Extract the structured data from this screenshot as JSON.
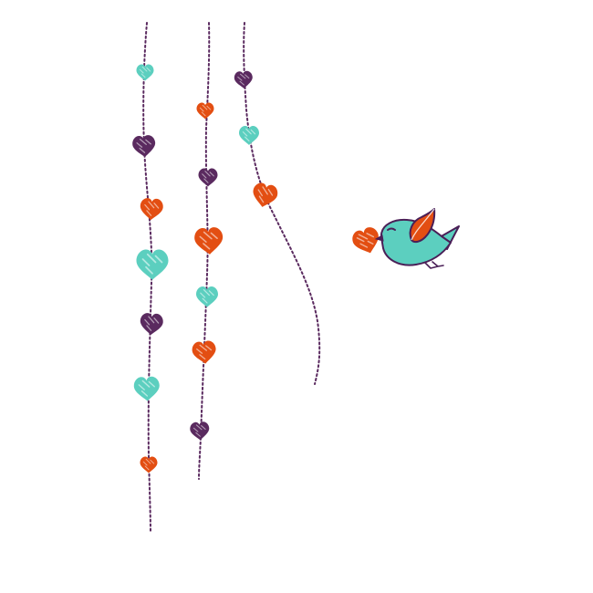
{
  "image": {
    "background": "#ffffff",
    "palette": {
      "teal": "#5ccfbf",
      "purple": "#5a2a5f",
      "orange": "#e34e12",
      "outline": "#4a1f57",
      "white": "#ffffff"
    }
  },
  "hearts": [
    {
      "string": 1,
      "color": "teal"
    },
    {
      "string": 1,
      "color": "purple"
    },
    {
      "string": 1,
      "color": "orange"
    },
    {
      "string": 1,
      "color": "teal"
    },
    {
      "string": 1,
      "color": "purple"
    },
    {
      "string": 1,
      "color": "teal"
    },
    {
      "string": 1,
      "color": "orange"
    },
    {
      "string": 2,
      "color": "orange"
    },
    {
      "string": 2,
      "color": "purple"
    },
    {
      "string": 2,
      "color": "orange"
    },
    {
      "string": 2,
      "color": "teal"
    },
    {
      "string": 2,
      "color": "orange"
    },
    {
      "string": 2,
      "color": "purple"
    },
    {
      "string": 3,
      "color": "purple"
    },
    {
      "string": 3,
      "color": "teal"
    },
    {
      "string": 3,
      "color": "orange"
    }
  ],
  "bird": {
    "body_color": "teal",
    "wing_color": "orange",
    "carried_heart_color": "orange"
  }
}
